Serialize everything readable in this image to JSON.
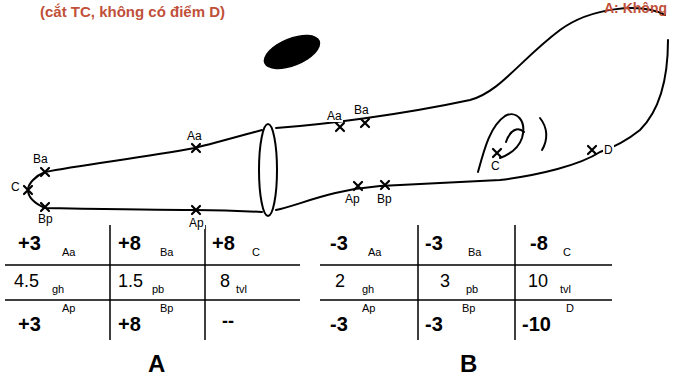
{
  "diagram": {
    "title": "(cắt TC, không có điểm D)",
    "labels": [
      "A: Không",
      "Aa",
      "Ba",
      "C",
      "Bp",
      "Ap",
      "Aa",
      "Ba",
      "C",
      "D",
      "Ap",
      "Bp",
      "+3",
      "Aa",
      "+8",
      "Ba",
      "+8",
      "C",
      "4.5",
      "gh",
      "1.5",
      "pb",
      "8",
      "tvl",
      "+3",
      "Ap",
      "+8",
      "Bp",
      "--",
      "-3",
      "Aa",
      "-3",
      "Ba",
      "-8",
      "C",
      "2",
      "gh",
      "3",
      "pb",
      "10",
      "tvl",
      "-3",
      "Ap",
      "-3",
      "Bp",
      "-10",
      "D",
      "A",
      "B"
    ]
  }
}
